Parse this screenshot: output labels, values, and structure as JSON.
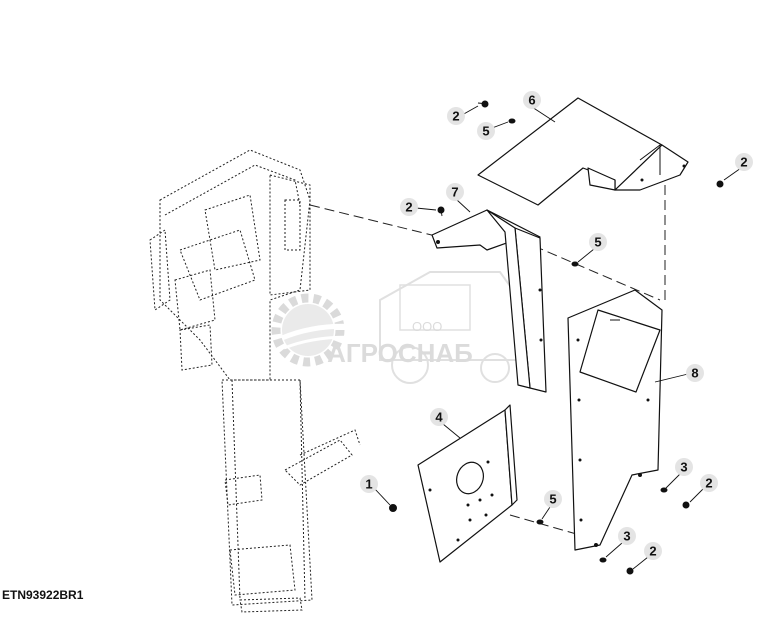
{
  "figure_id": "ETN93922BR1",
  "watermark": {
    "company_form": "ООО",
    "company_name": "АГРОСНАБ"
  },
  "callouts": [
    {
      "id": "c-6",
      "label": "6"
    },
    {
      "id": "c-2a",
      "label": "2"
    },
    {
      "id": "c-5a",
      "label": "5"
    },
    {
      "id": "c-2b",
      "label": "2"
    },
    {
      "id": "c-7",
      "label": "7"
    },
    {
      "id": "c-2c",
      "label": "2"
    },
    {
      "id": "c-5b",
      "label": "5"
    },
    {
      "id": "c-8",
      "label": "8"
    },
    {
      "id": "c-4",
      "label": "4"
    },
    {
      "id": "c-3a",
      "label": "3"
    },
    {
      "id": "c-2d",
      "label": "2"
    },
    {
      "id": "c-1",
      "label": "1"
    },
    {
      "id": "c-5c",
      "label": "5"
    },
    {
      "id": "c-3b",
      "label": "3"
    },
    {
      "id": "c-2e",
      "label": "2"
    }
  ]
}
